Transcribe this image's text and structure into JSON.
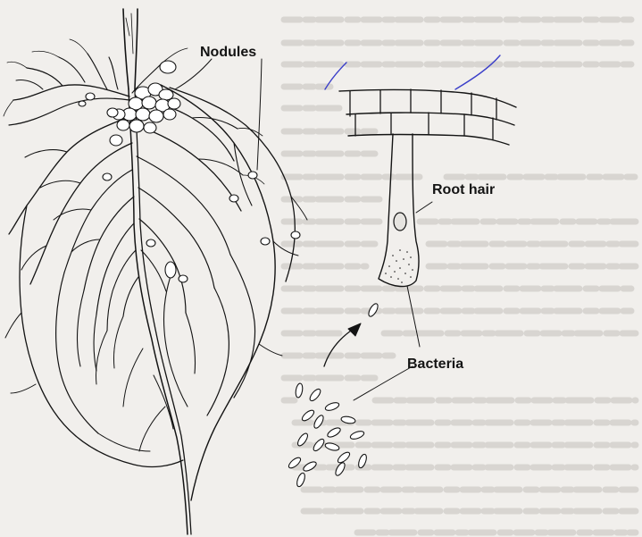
{
  "labels": {
    "nodules": "Nodules",
    "root_hair": "Root hair",
    "bacteria": "Bacteria"
  },
  "colors": {
    "paper": "#f1efec",
    "ink": "#141414",
    "bleed_through_text": "#b9b6b1",
    "pen_mark": "#3b3fc9"
  }
}
